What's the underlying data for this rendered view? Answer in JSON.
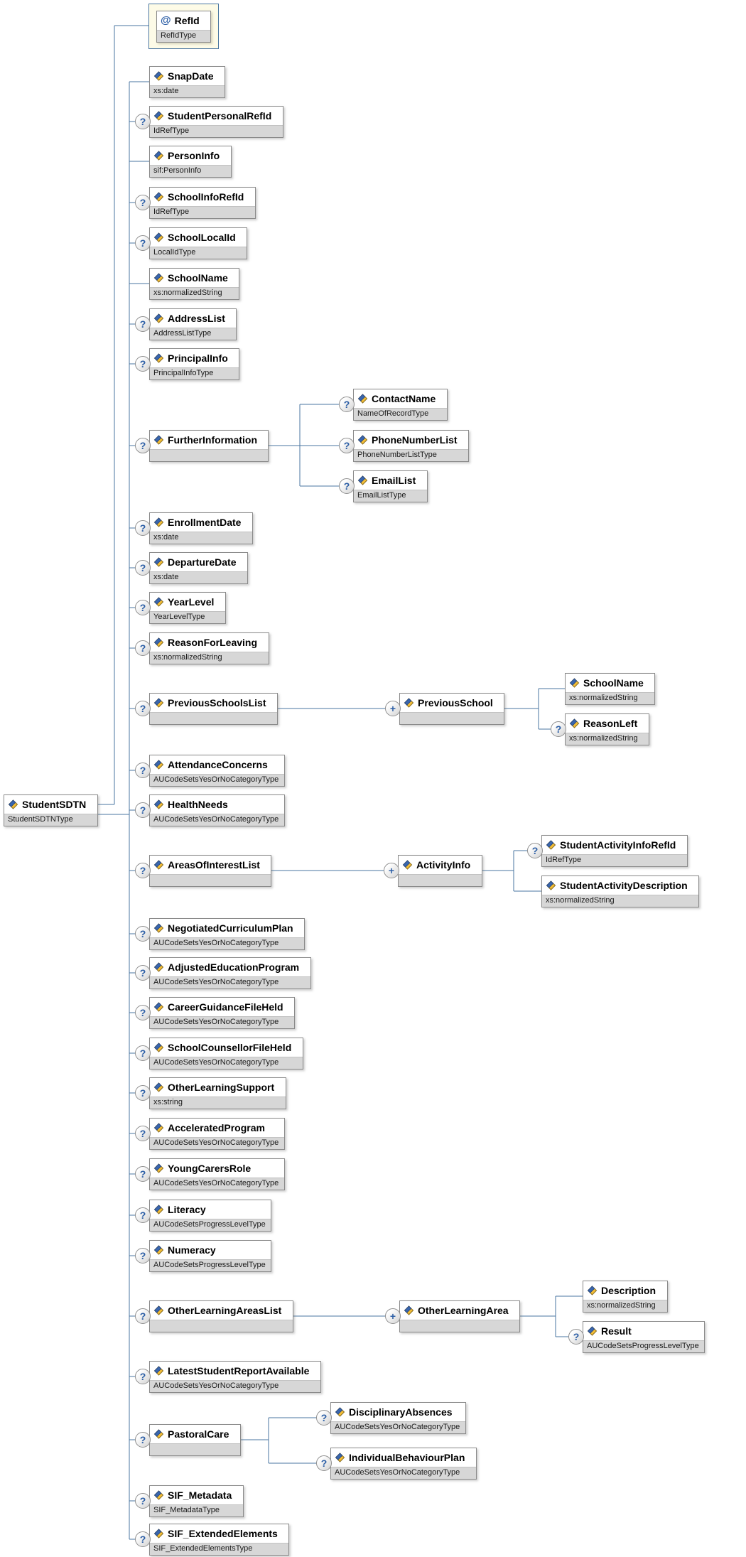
{
  "schema": {
    "root": {
      "name": "StudentSDTN",
      "type": "StudentSDTNType"
    },
    "attributes": [
      {
        "name": "RefId",
        "type": "RefIdType"
      }
    ],
    "elements": [
      {
        "name": "SnapDate",
        "type": "xs:date",
        "occurs": "required"
      },
      {
        "name": "StudentPersonalRefId",
        "type": "IdRefType",
        "occurs": "optional"
      },
      {
        "name": "PersonInfo",
        "type": "sif:PersonInfo",
        "occurs": "required"
      },
      {
        "name": "SchoolInfoRefId",
        "type": "IdRefType",
        "occurs": "optional"
      },
      {
        "name": "SchoolLocalId",
        "type": "LocalIdType",
        "occurs": "optional"
      },
      {
        "name": "SchoolName",
        "type": "xs:normalizedString",
        "occurs": "required"
      },
      {
        "name": "AddressList",
        "type": "AddressListType",
        "occurs": "optional"
      },
      {
        "name": "PrincipalInfo",
        "type": "PrincipalInfoType",
        "occurs": "optional"
      },
      {
        "name": "FurtherInformation",
        "type": "",
        "occurs": "optional",
        "children": [
          {
            "name": "ContactName",
            "type": "NameOfRecordType",
            "occurs": "optional"
          },
          {
            "name": "PhoneNumberList",
            "type": "PhoneNumberListType",
            "occurs": "optional"
          },
          {
            "name": "EmailList",
            "type": "EmailListType",
            "occurs": "optional"
          }
        ]
      },
      {
        "name": "EnrollmentDate",
        "type": "xs:date",
        "occurs": "optional"
      },
      {
        "name": "DepartureDate",
        "type": "xs:date",
        "occurs": "optional"
      },
      {
        "name": "YearLevel",
        "type": "YearLevelType",
        "occurs": "optional"
      },
      {
        "name": "ReasonForLeaving",
        "type": "xs:normalizedString",
        "occurs": "optional"
      },
      {
        "name": "PreviousSchoolsList",
        "type": "",
        "occurs": "optional",
        "children": [
          {
            "name": "PreviousSchool",
            "type": "",
            "occurs": "repeating",
            "children": [
              {
                "name": "SchoolName",
                "type": "xs:normalizedString",
                "occurs": "required"
              },
              {
                "name": "ReasonLeft",
                "type": "xs:normalizedString",
                "occurs": "optional"
              }
            ]
          }
        ]
      },
      {
        "name": "AttendanceConcerns",
        "type": "AUCodeSetsYesOrNoCategoryType",
        "occurs": "optional"
      },
      {
        "name": "HealthNeeds",
        "type": "AUCodeSetsYesOrNoCategoryType",
        "occurs": "optional"
      },
      {
        "name": "AreasOfInterestList",
        "type": "",
        "occurs": "optional",
        "children": [
          {
            "name": "ActivityInfo",
            "type": "",
            "occurs": "repeating",
            "children": [
              {
                "name": "StudentActivityInfoRefId",
                "type": "IdRefType",
                "occurs": "optional"
              },
              {
                "name": "StudentActivityDescription",
                "type": "xs:normalizedString",
                "occurs": "required"
              }
            ]
          }
        ]
      },
      {
        "name": "NegotiatedCurriculumPlan",
        "type": "AUCodeSetsYesOrNoCategoryType",
        "occurs": "optional"
      },
      {
        "name": "AdjustedEducationProgram",
        "type": "AUCodeSetsYesOrNoCategoryType",
        "occurs": "optional"
      },
      {
        "name": "CareerGuidanceFileHeld",
        "type": "AUCodeSetsYesOrNoCategoryType",
        "occurs": "optional"
      },
      {
        "name": "SchoolCounsellorFileHeld",
        "type": "AUCodeSetsYesOrNoCategoryType",
        "occurs": "optional"
      },
      {
        "name": "OtherLearningSupport",
        "type": "xs:string",
        "occurs": "optional"
      },
      {
        "name": "AcceleratedProgram",
        "type": "AUCodeSetsYesOrNoCategoryType",
        "occurs": "optional"
      },
      {
        "name": "YoungCarersRole",
        "type": "AUCodeSetsYesOrNoCategoryType",
        "occurs": "optional"
      },
      {
        "name": "Literacy",
        "type": "AUCodeSetsProgressLevelType",
        "occurs": "optional"
      },
      {
        "name": "Numeracy",
        "type": "AUCodeSetsProgressLevelType",
        "occurs": "optional"
      },
      {
        "name": "OtherLearningAreasList",
        "type": "",
        "occurs": "optional",
        "children": [
          {
            "name": "OtherLearningArea",
            "type": "",
            "occurs": "repeating",
            "children": [
              {
                "name": "Description",
                "type": "xs:normalizedString",
                "occurs": "required"
              },
              {
                "name": "Result",
                "type": "AUCodeSetsProgressLevelType",
                "occurs": "optional"
              }
            ]
          }
        ]
      },
      {
        "name": "LatestStudentReportAvailable",
        "type": "AUCodeSetsYesOrNoCategoryType",
        "occurs": "optional"
      },
      {
        "name": "PastoralCare",
        "type": "",
        "occurs": "optional",
        "children": [
          {
            "name": "DisciplinaryAbsences",
            "type": "AUCodeSetsYesOrNoCategoryType",
            "occurs": "optional"
          },
          {
            "name": "IndividualBehaviourPlan",
            "type": "AUCodeSetsYesOrNoCategoryType",
            "occurs": "optional"
          }
        ]
      },
      {
        "name": "SIF_Metadata",
        "type": "SIF_MetadataType",
        "occurs": "optional"
      },
      {
        "name": "SIF_ExtendedElements",
        "type": "SIF_ExtendedElementsType",
        "occurs": "optional"
      }
    ],
    "legend": {
      "optional_marker": "?",
      "repeating_marker": "+",
      "attribute_marker": "@"
    },
    "colors": {
      "connector": "#4a76a0",
      "box_border": "#8a8a8a",
      "type_bar_bg": "#d7d7d7",
      "attribute_bg": "#fdfbe7",
      "attribute_border": "#4a76a0",
      "marker_blue": "#2d5fa6",
      "icon_yellow": "#f3bd35",
      "icon_blue": "#3a66ad"
    }
  }
}
